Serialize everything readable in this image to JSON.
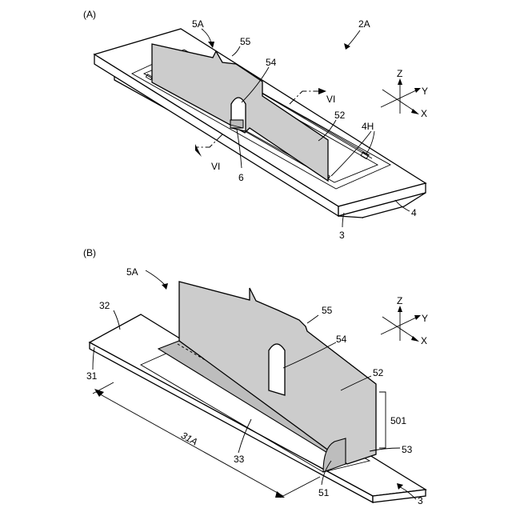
{
  "figures": {
    "a": {
      "panel_label": "(A)",
      "labels": {
        "ref_2a": "2A",
        "ref_5a": "5A",
        "ref_55": "55",
        "ref_54": "54",
        "ref_52": "52",
        "ref_4h": "4H",
        "ref_6": "6",
        "ref_3": "3",
        "ref_4": "4",
        "section_top": "VI",
        "section_bottom": "VI"
      },
      "axes": {
        "z": "Z",
        "y": "Y",
        "x": "X"
      }
    },
    "b": {
      "panel_label": "(B)",
      "labels": {
        "ref_5a": "5A",
        "ref_32": "32",
        "ref_31": "31",
        "ref_31a": "31A",
        "ref_33": "33",
        "ref_51": "51",
        "ref_53": "53",
        "ref_501": "501",
        "ref_52": "52",
        "ref_54": "54",
        "ref_55": "55",
        "ref_3": "3"
      },
      "axes": {
        "z": "Z",
        "y": "Y",
        "x": "X"
      }
    }
  }
}
